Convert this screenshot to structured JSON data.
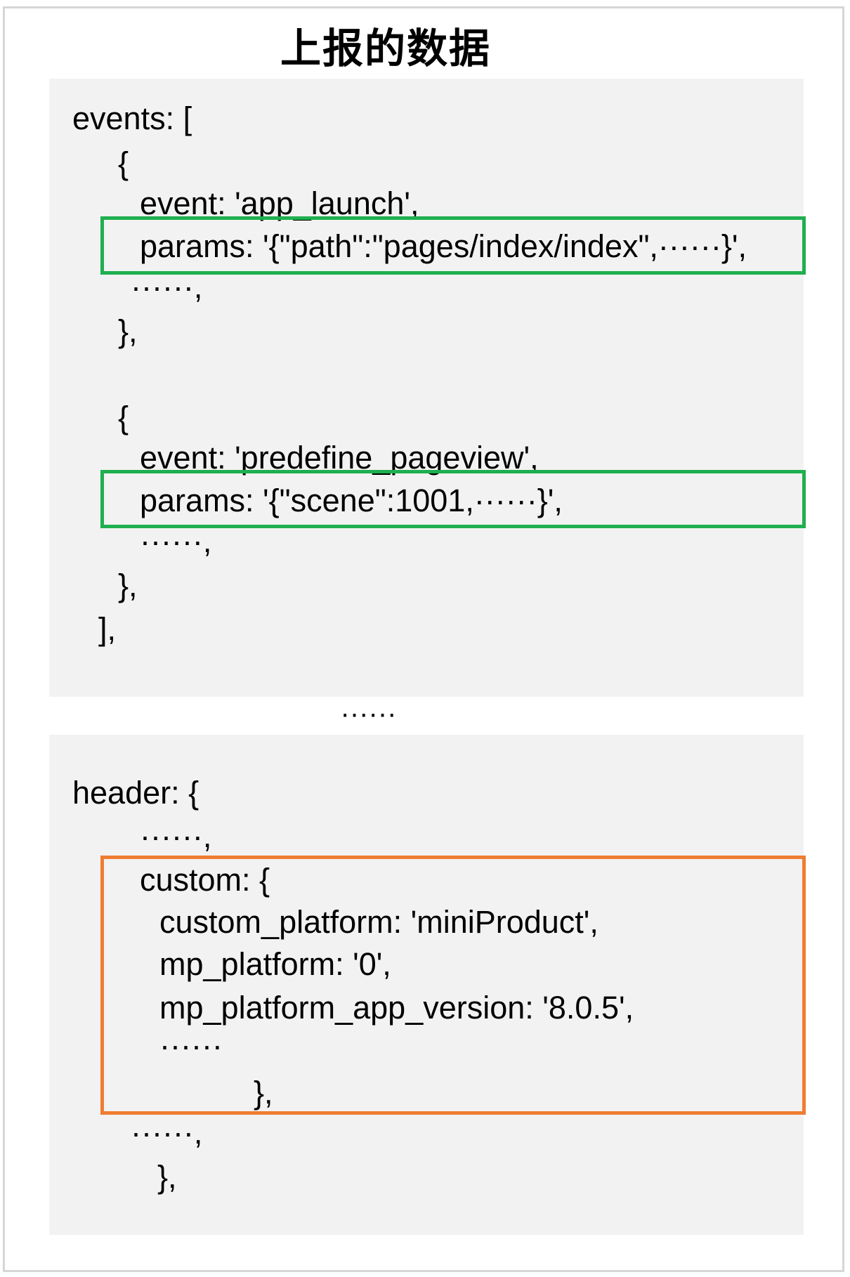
{
  "title": "上报的数据",
  "events_block": {
    "lines": [
      "events: [",
      "{",
      "event: 'app_launch',",
      "params: '{\"path\":\"pages/index/index\",······}',",
      "······,",
      "},",
      "{",
      "event: 'predefine_pageview',",
      "params: '{\"scene\":1001,······}',",
      "······,",
      "},",
      "],"
    ]
  },
  "separator": "······",
  "header_block": {
    "lines": [
      "header: {",
      "······,",
      "custom: {",
      "custom_platform: 'miniProduct',",
      "mp_platform: '0',",
      "mp_platform_app_version: '8.0.5',",
      "······",
      "},",
      "······,",
      "},"
    ]
  },
  "highlight_colors": {
    "params_box": "#1faf4f",
    "custom_box": "#ee7d31"
  }
}
